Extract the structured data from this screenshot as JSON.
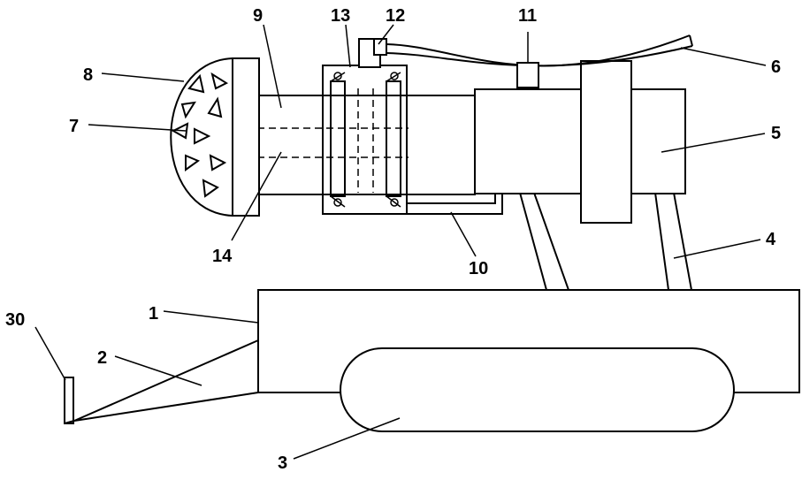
{
  "labels": {
    "n1": "1",
    "n2": "2",
    "n3": "3",
    "n4": "4",
    "n5": "5",
    "n6": "6",
    "n7": "7",
    "n8": "8",
    "n9": "9",
    "n10": "10",
    "n11": "11",
    "n12": "12",
    "n13": "13",
    "n14": "14",
    "n30": "30"
  }
}
